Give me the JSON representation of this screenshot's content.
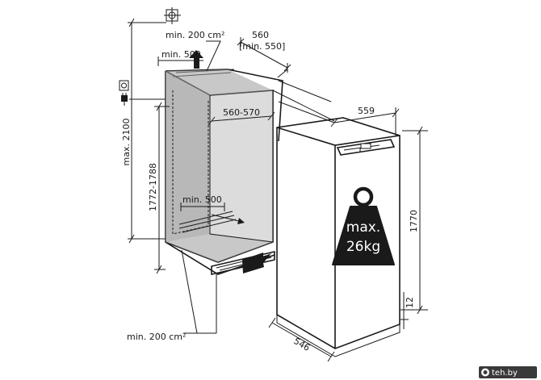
{
  "labels": {
    "min_200_top": "min. 200 cm²",
    "width_560": "560",
    "width_min_550": "[min. 550]",
    "min_500_top": "min. 500",
    "max_2100": "max. 2100",
    "range_560_570": "560-570",
    "width_559": "559",
    "height_1772_1788": "1772-1788",
    "min_500_mid": "min. 500",
    "height_1770": "1770",
    "max_label": "max.",
    "weight": "26kg",
    "dim_12": "12",
    "min_200_bottom": "min. 200 cm²",
    "depth_546": "546"
  },
  "watermark": {
    "text": "teh.by"
  },
  "icons": {
    "ground": "ground-symbol-icon",
    "socket": "power-socket-icon",
    "plug": "power-plug-icon",
    "weight": "weight-icon",
    "logo": "site-logo-icon"
  },
  "colors": {
    "line": "#1a1a1a",
    "niche_fill": "#9a9a9a",
    "weight_fill": "#1a1a1a",
    "watermark_bg": "#3a3a3a"
  }
}
